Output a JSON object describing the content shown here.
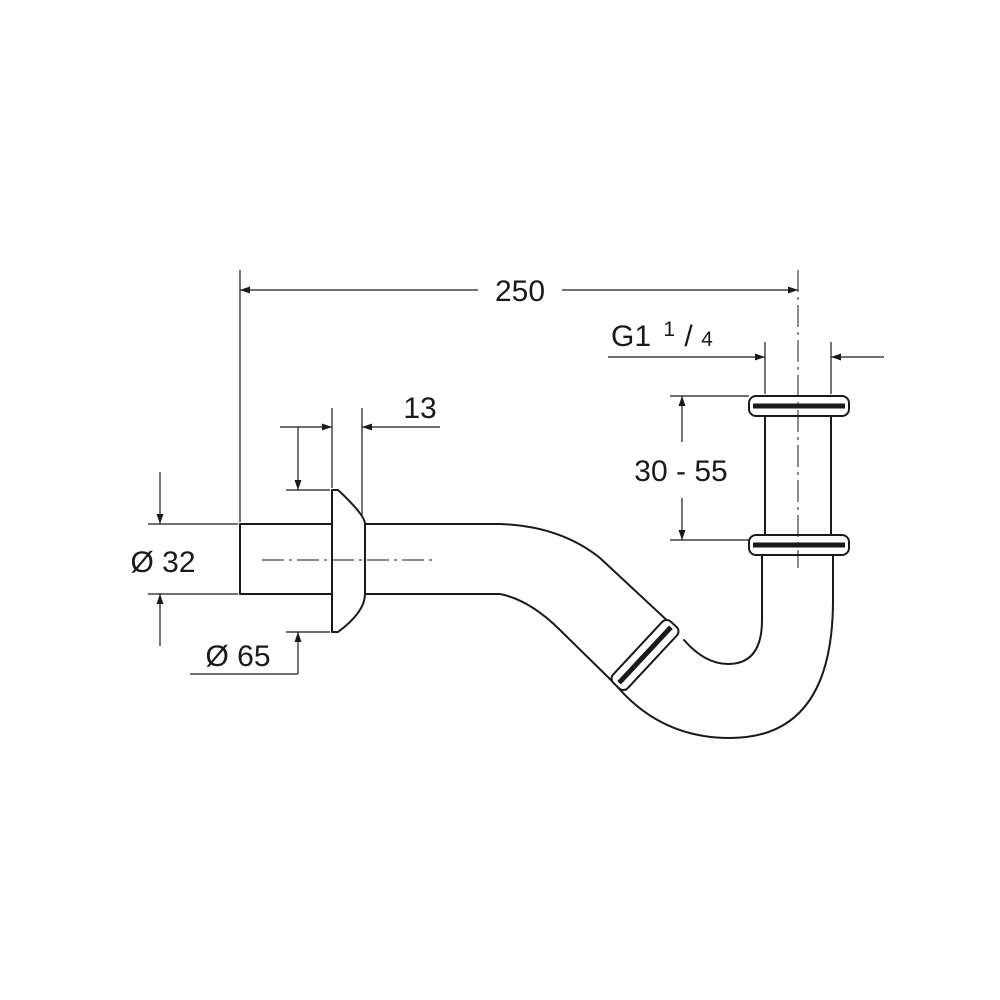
{
  "dimensions": {
    "overall_length": "250",
    "thread_prefix": "G1",
    "thread_num": "1",
    "thread_den": "4",
    "height_range": "30 - 55",
    "flange_thickness": "13",
    "pipe_diameter": "Ø 32",
    "flange_diameter": "Ø 65"
  },
  "colors": {
    "line": "#1a1a1a",
    "background": "#ffffff"
  }
}
